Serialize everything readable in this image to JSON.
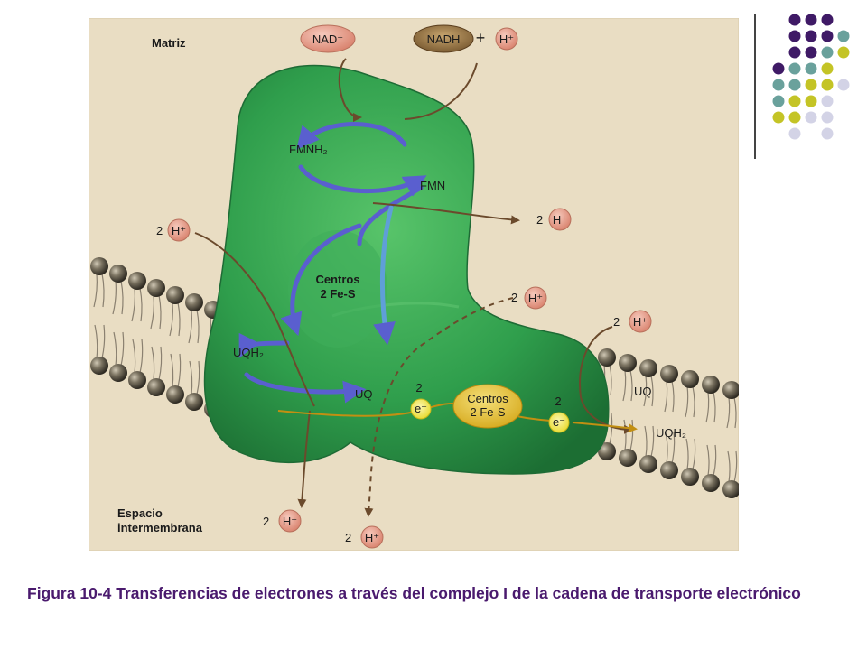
{
  "labels": {
    "matrix": "Matriz",
    "intermembrane_line1": "Espacio",
    "intermembrane_line2": "intermembrana",
    "nad": "NAD⁺",
    "nadh": "NADH",
    "plus": "+",
    "h": "H⁺",
    "two": "2",
    "fmnh2": "FMNH₂",
    "fmn": "FMN",
    "centers_line1": "Centros",
    "centers_line2": "2 Fe-S",
    "uqh2": "UQH₂",
    "uq": "UQ",
    "electron": "e⁻"
  },
  "caption": "Figura 10-4 Transferencias de electrones a través del complejo I de la cadena de transporte electrónico",
  "colors": {
    "background": "#e8dcc2",
    "protein": "#2f9e4c",
    "membrane_head": "#5e5748",
    "h_circle": "#e39a86",
    "nad_oval": "#e39a86",
    "nadh_oval": "#8a6a3a",
    "electron_circle": "#f2e642",
    "fes_oval": "#e6c32a",
    "arrow_blue": "#5a5fcf",
    "arrow_brown": "#7a5536",
    "electron_path": "#d69a1e",
    "caption_text": "#4a1a6e",
    "dot_purple": "#3f1a66",
    "dot_teal": "#6aa19c",
    "dot_yellow": "#c4c426",
    "dot_lavender": "#d3d3e6"
  }
}
